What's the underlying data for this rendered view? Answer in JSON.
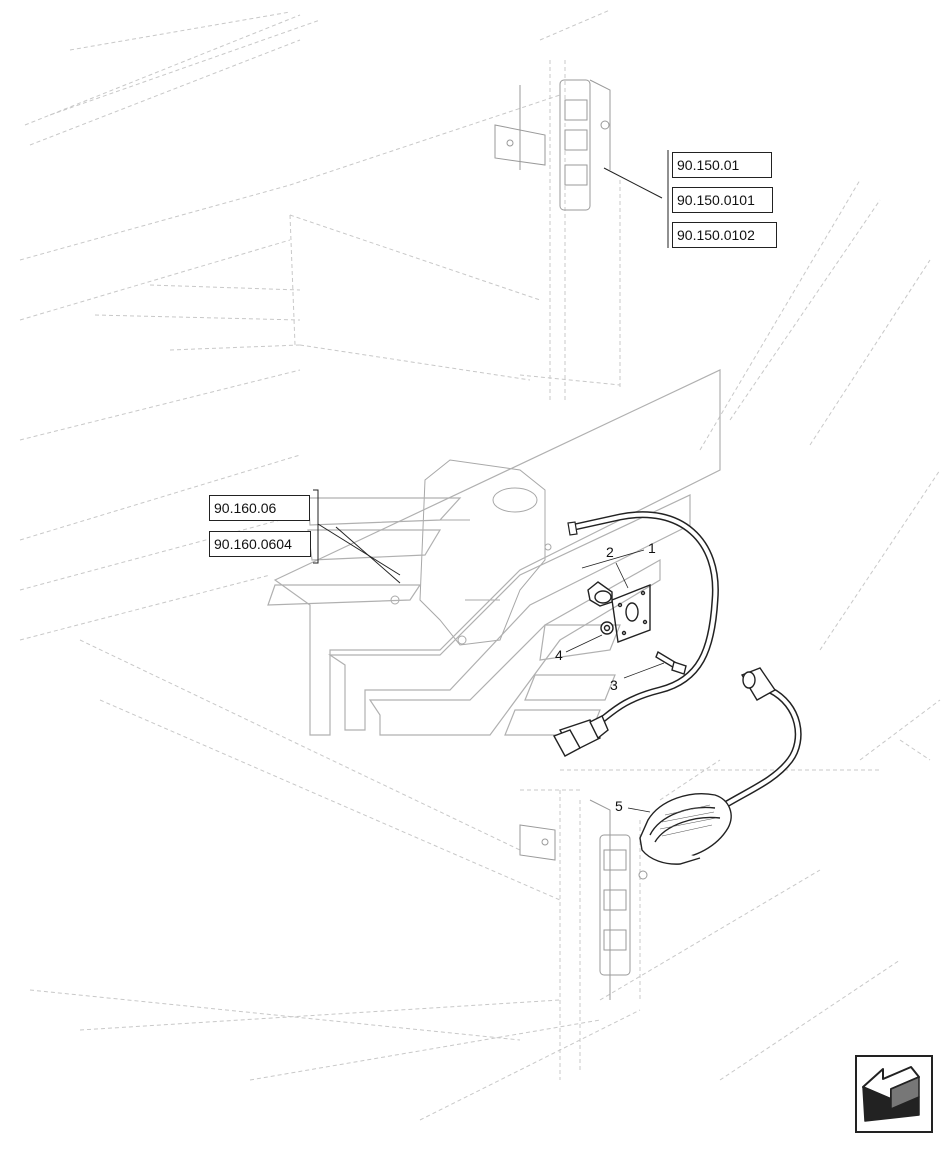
{
  "references": {
    "group_top": [
      "90.150.01",
      "90.150.0101",
      "90.150.0102"
    ],
    "group_left": [
      "90.160.06",
      "90.160.0604"
    ]
  },
  "callouts": [
    "1",
    "2",
    "3",
    "4",
    "5"
  ],
  "navigation": {
    "icon": "back-arrow-icon"
  }
}
